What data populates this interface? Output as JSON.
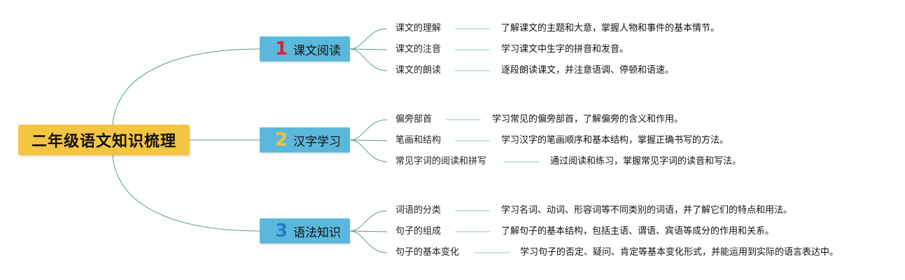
{
  "root": {
    "title": "二年级语文知识梳理",
    "color": "#f4c542"
  },
  "branch_color": "#5bb8dc",
  "line_color": "#5a9a8c",
  "branches": [
    {
      "number": "1",
      "number_color": "#d8233c",
      "label": "课文阅读",
      "items": [
        {
          "label": "课文的理解",
          "desc": "了解课文的主题和大意，掌握人物和事件的基本情节。"
        },
        {
          "label": "课文的注音",
          "desc": "学习课文中生字的拼音和发音。"
        },
        {
          "label": "课文的朗读",
          "desc": "逐段朗读课文，并注意语调、停顿和语速。"
        }
      ]
    },
    {
      "number": "2",
      "number_color": "#f2c330",
      "label": "汉字学习",
      "items": [
        {
          "label": "偏旁部首",
          "desc": "学习常见的偏旁部首，了解偏旁的含义和作用。"
        },
        {
          "label": "笔画和结构",
          "desc": "学习汉字的笔画顺序和基本结构，掌握正确书写的方法。"
        },
        {
          "label": "常见字词的阅读和拼写",
          "desc": "通过阅读和练习，掌握常见字词的读音和写法。"
        }
      ]
    },
    {
      "number": "3",
      "number_color": "#1e7fc4",
      "label": "语法知识",
      "items": [
        {
          "label": "词语的分类",
          "desc": "学习名词、动词、形容词等不同类别的词语，并了解它们的特点和用法。"
        },
        {
          "label": "句子的组成",
          "desc": "了解句子的基本结构，包括主语、谓语、宾语等成分的作用和关系。"
        },
        {
          "label": "句子的基本变化",
          "desc": "学习句子的否定、疑问、肯定等基本变化形式，并能运用到实际的语言表达中。"
        }
      ]
    }
  ]
}
